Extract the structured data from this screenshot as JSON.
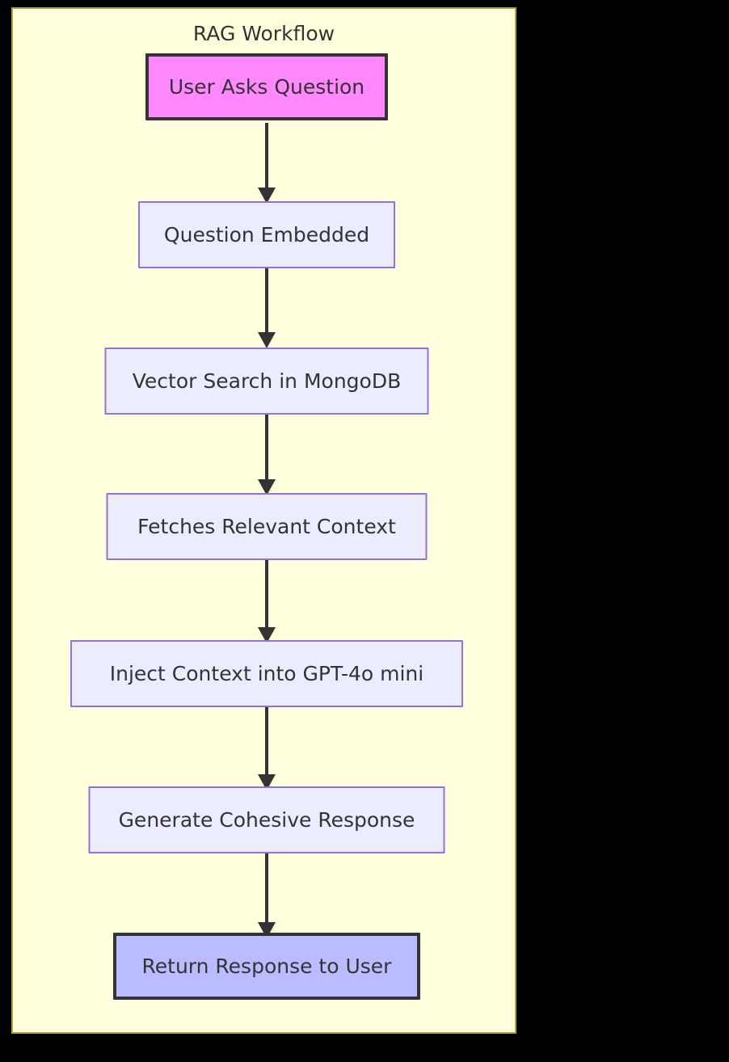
{
  "diagram": {
    "title": "RAG Workflow",
    "type": "flowchart",
    "direction": "top-to-bottom",
    "colors": {
      "container_background": "#ffffdd",
      "container_border": "#aaaa33",
      "page_background": "#000000",
      "start_node_fill": "#ff88ff",
      "start_node_border": "#333333",
      "step_node_fill": "#ececff",
      "step_node_border": "#9370db",
      "end_node_fill": "#bbbbff",
      "end_node_border": "#333333",
      "text": "#333333",
      "edge": "#333333"
    },
    "nodes": [
      {
        "id": "user-asks-question",
        "label": "User Asks Question",
        "style": "start"
      },
      {
        "id": "question-embedded",
        "label": "Question Embedded",
        "style": "step"
      },
      {
        "id": "vector-search-mongodb",
        "label": "Vector Search in MongoDB",
        "style": "step"
      },
      {
        "id": "fetches-relevant-context",
        "label": "Fetches Relevant Context",
        "style": "step"
      },
      {
        "id": "inject-context-gpt",
        "label": "Inject Context into GPT-4o mini",
        "style": "step"
      },
      {
        "id": "generate-cohesive-response",
        "label": "Generate Cohesive Response",
        "style": "step"
      },
      {
        "id": "return-response-to-user",
        "label": "Return Response to User",
        "style": "end"
      }
    ],
    "edges": [
      {
        "from": "user-asks-question",
        "to": "question-embedded"
      },
      {
        "from": "question-embedded",
        "to": "vector-search-mongodb"
      },
      {
        "from": "vector-search-mongodb",
        "to": "fetches-relevant-context"
      },
      {
        "from": "fetches-relevant-context",
        "to": "inject-context-gpt"
      },
      {
        "from": "inject-context-gpt",
        "to": "generate-cohesive-response"
      },
      {
        "from": "generate-cohesive-response",
        "to": "return-response-to-user"
      }
    ]
  }
}
